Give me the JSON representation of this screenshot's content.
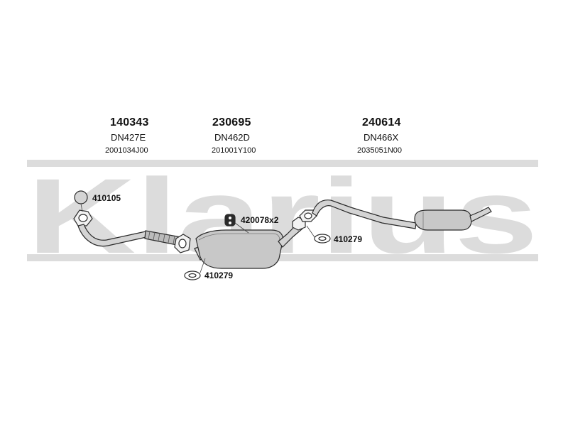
{
  "watermark": {
    "text": "Klarius",
    "color": "#dcdcdc"
  },
  "colors": {
    "line": "#2a2a2a",
    "pipe_fill": "#d4d4d4",
    "muffler_fill": "#c8c8c8"
  },
  "parts": [
    {
      "number": "140343",
      "code": "DN427E",
      "ref": "2001034J00"
    },
    {
      "number": "230695",
      "code": "DN462D",
      "ref": "201001Y100"
    },
    {
      "number": "240614",
      "code": "DN466X",
      "ref": "2035051N00"
    }
  ],
  "accessories": [
    {
      "number": "410105",
      "icon": "o-ring-icon"
    },
    {
      "number": "420078x2",
      "icon": "rubber-hanger-icon"
    },
    {
      "number": "410279",
      "icon": "gasket-icon"
    },
    {
      "number": "410279",
      "icon": "gasket-icon"
    }
  ]
}
